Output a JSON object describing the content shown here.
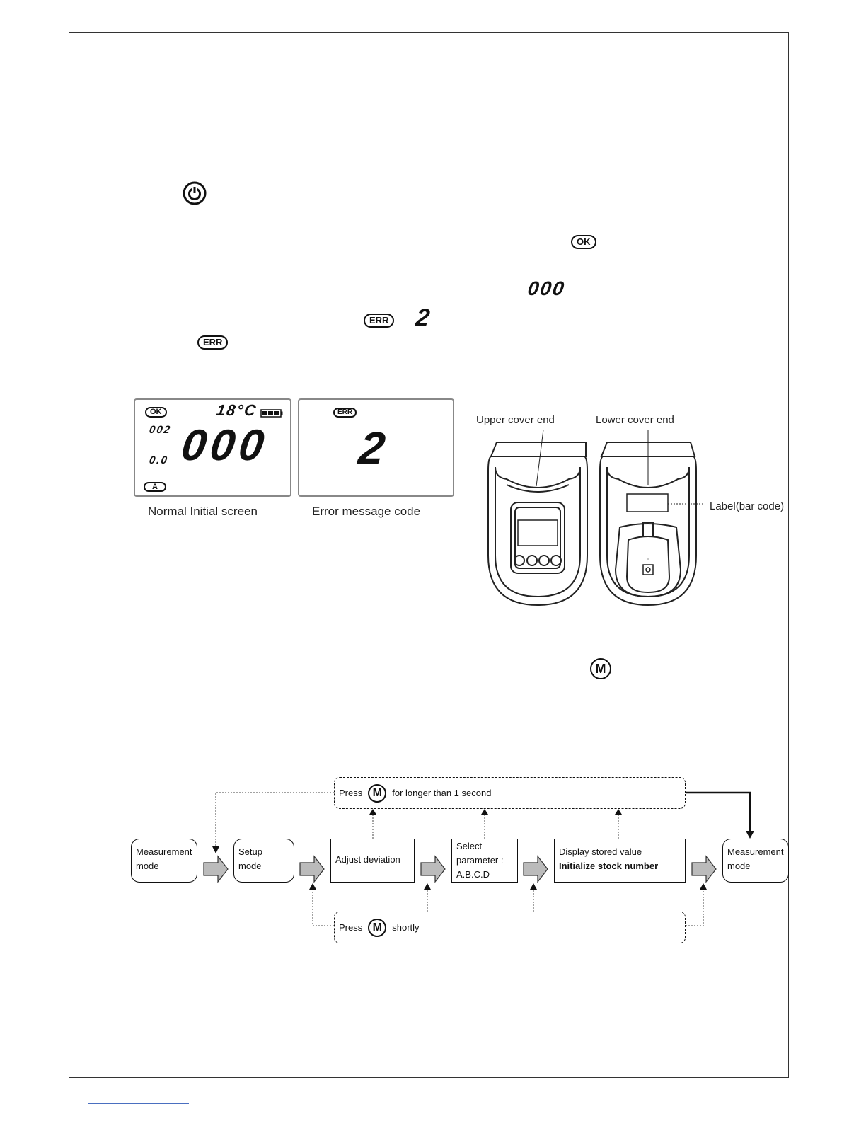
{
  "icons": {
    "power": "power-icon",
    "ok": "ok-badge-icon",
    "err": "err-badge-icon",
    "mode": "m-button-icon",
    "battery": "battery-icon"
  },
  "inline_symbols": {
    "ok_label": "OK",
    "err_label": "ERR",
    "digits_000": "000",
    "digit_2": "2",
    "m_label": "M"
  },
  "screens": {
    "normal": {
      "ok_label": "OK",
      "temperature": "18°C",
      "stock_number": "002",
      "deviation": "0.0",
      "reading": "000",
      "parameter": "A",
      "caption": "Normal Initial screen"
    },
    "error": {
      "err_label": "ERR",
      "code": "2",
      "caption": "Error message code"
    }
  },
  "device": {
    "upper_label": "Upper cover end",
    "lower_label": "Lower cover end",
    "barcode_label": "Label(bar code)"
  },
  "flow": {
    "press_long": {
      "prefix": "Press",
      "m": "M",
      "suffix": "for longer than 1 second"
    },
    "press_short": {
      "prefix": "Press",
      "m": "M",
      "suffix": "shortly"
    },
    "steps": [
      {
        "line1": "Measurement",
        "line2": "mode"
      },
      {
        "line1": "Setup",
        "line2": "mode"
      },
      {
        "line1": "Adjust deviation",
        "line2": ""
      },
      {
        "line1": "Select",
        "line2": "parameter :",
        "line3": "A.B.C.D"
      },
      {
        "line1": "Display stored value",
        "line2": "Initialize stock number"
      },
      {
        "line1": "Measurement",
        "line2": "mode"
      }
    ]
  }
}
